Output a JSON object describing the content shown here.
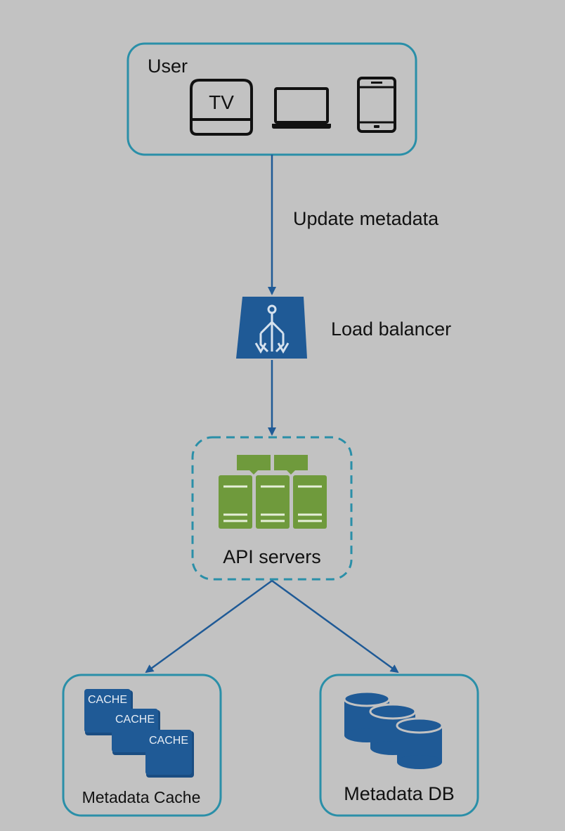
{
  "colors": {
    "background": "#c2c2c2",
    "box_border": "#2a8fa8",
    "arrow": "#1f5a96",
    "blue_icon": "#1f5a96",
    "green_server": "#6f9a3c",
    "text": "#111111"
  },
  "user": {
    "label": "User",
    "devices": [
      {
        "icon": "tv-icon",
        "text": "TV"
      },
      {
        "icon": "laptop-icon"
      },
      {
        "icon": "tablet-icon"
      }
    ]
  },
  "edge_user_lb": {
    "label": "Update metadata"
  },
  "load_balancer": {
    "label": "Load balancer",
    "icon": "load-balancer-icon"
  },
  "api_servers": {
    "label": "API servers",
    "icon": "servers-icon"
  },
  "metadata_cache": {
    "label": "Metadata Cache",
    "icon": "cache-icon",
    "cache_labels": [
      "CACHE",
      "CACHE",
      "CACHE"
    ]
  },
  "metadata_db": {
    "label": "Metadata DB",
    "icon": "database-icon"
  }
}
